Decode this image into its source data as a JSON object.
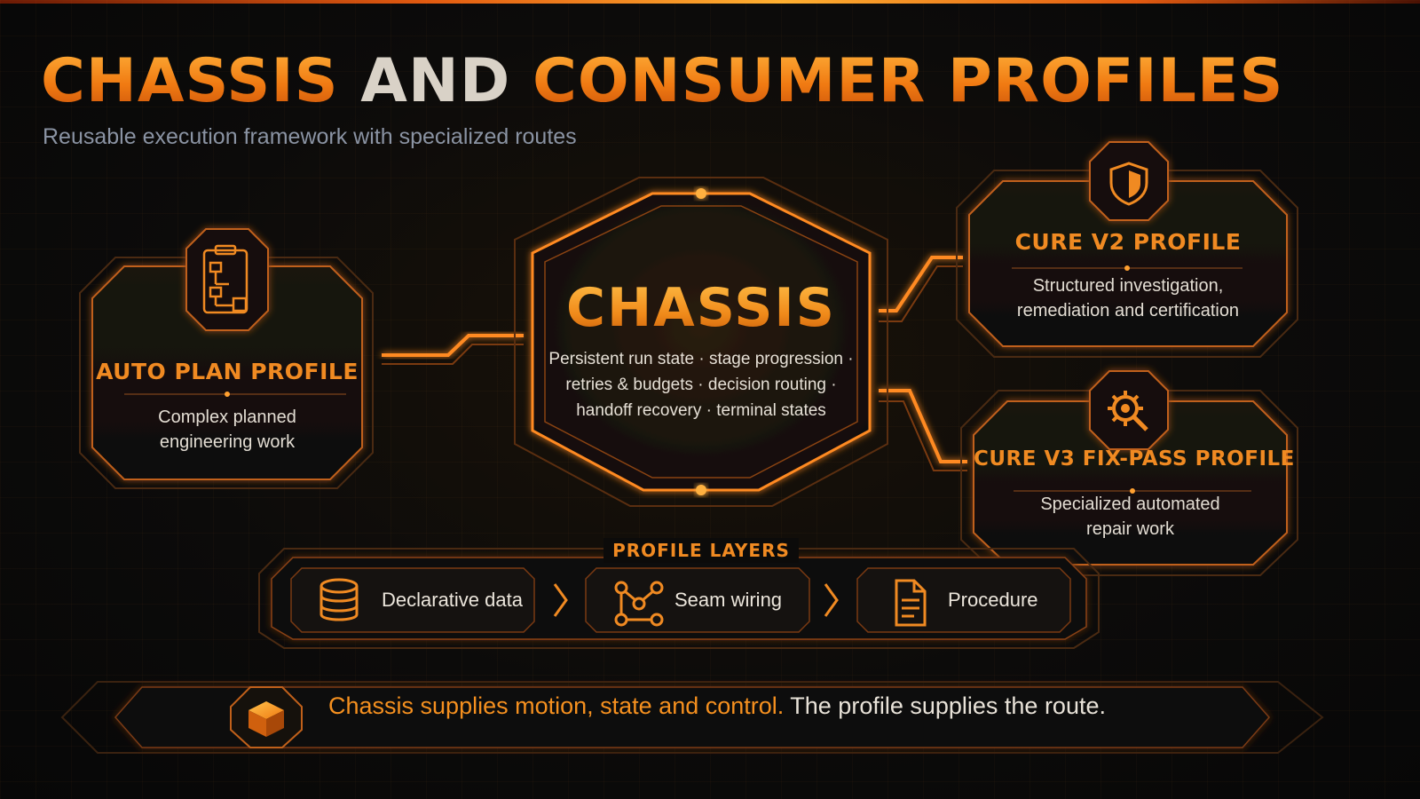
{
  "title": {
    "part1": "CHASSIS ",
    "part2": "AND",
    "part3": " CONSUMER PROFILES"
  },
  "subtitle": "Reusable execution framework with specialized routes",
  "chassis": {
    "title": "CHASSIS",
    "lines": [
      "Persistent run state · stage progression ·",
      "retries & budgets · decision routing ·",
      "handoff recovery · terminal states"
    ]
  },
  "profiles": {
    "auto_plan": {
      "title": "AUTO PLAN PROFILE",
      "desc": [
        "Complex planned",
        "engineering work"
      ],
      "icon": "clipboard-flow-icon"
    },
    "cure_v2": {
      "title": "CURE V2 PROFILE",
      "desc": [
        "Structured investigation,",
        "remediation and certification"
      ],
      "icon": "shield-icon"
    },
    "cure_v3": {
      "title": "CURE V3 FIX-PASS PROFILE",
      "desc": [
        "Specialized automated",
        "repair work"
      ],
      "icon": "gear-wrench-icon"
    }
  },
  "layers": {
    "title": "PROFILE LAYERS",
    "items": [
      {
        "label": "Declarative data",
        "icon": "database-icon"
      },
      {
        "label": "Seam wiring",
        "icon": "nodes-icon"
      },
      {
        "label": "Procedure",
        "icon": "document-icon"
      }
    ]
  },
  "banner": {
    "highlight": "Chassis supplies motion, state and control.",
    "rest": " The profile supplies the route.",
    "icon": "cube-icon"
  },
  "colors": {
    "accent": "#f08a22",
    "glow": "#ff9a2a",
    "background": "#0c0b0a"
  }
}
